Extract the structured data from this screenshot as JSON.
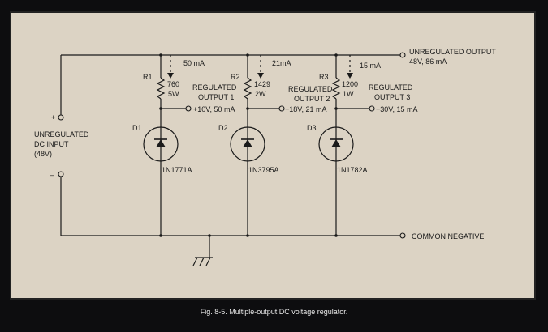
{
  "caption": "Fig. 8-5. Multiple-output DC voltage regulator.",
  "input": {
    "plus": "+",
    "minus": "–",
    "label_line1": "UNREGULATED",
    "label_line2": "DC INPUT",
    "label_line3": "(48V)"
  },
  "outputs": {
    "unregulated_line1": "UNREGULATED OUTPUT",
    "unregulated_line2": "48V, 86 mA",
    "common": "COMMON NEGATIVE"
  },
  "stages": [
    {
      "resistor": "R1",
      "ohms": "760",
      "watts": "5W",
      "current": "50 mA",
      "out_line1": "REGULATED",
      "out_line2": "OUTPUT 1",
      "out_value": "+10V, 50 mA",
      "diode": "D1",
      "part": "1N1771A"
    },
    {
      "resistor": "R2",
      "ohms": "1429",
      "watts": "2W",
      "current": "21mA",
      "out_line1": "REGULATED",
      "out_line2": "OUTPUT 2",
      "out_value": "+18V, 21 mA",
      "diode": "D2",
      "part": "1N3795A"
    },
    {
      "resistor": "R3",
      "ohms": "1200",
      "watts": "1W",
      "current": "15 mA",
      "out_line1": "REGULATED",
      "out_line2": "OUTPUT 3",
      "out_value": "+30V, 15 mA",
      "diode": "D3",
      "part": "1N1782A"
    }
  ]
}
